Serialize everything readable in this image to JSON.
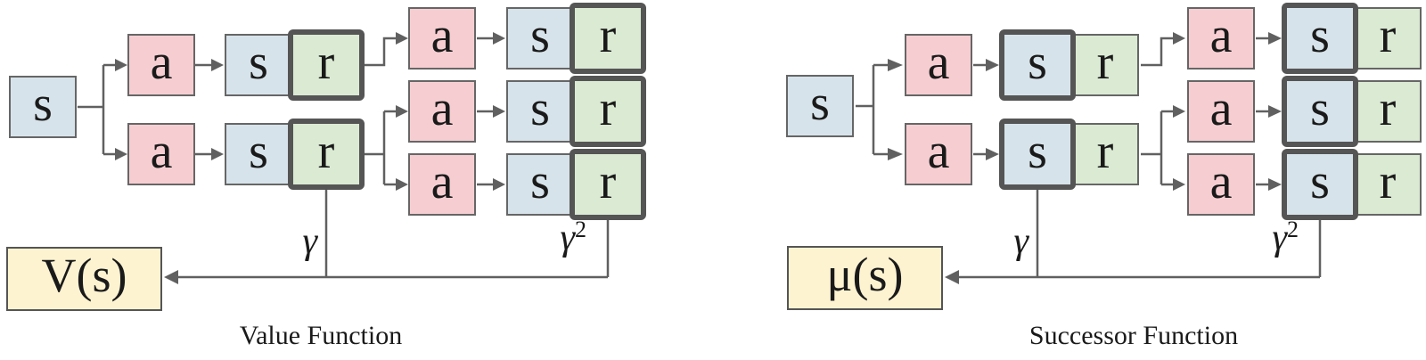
{
  "glyphs": {
    "state": "s",
    "action": "a",
    "reward": "r"
  },
  "figure": {
    "left": {
      "caption": "Value Function",
      "output": "V(s)",
      "discount1": "γ",
      "discount2_base": "γ",
      "discount2_exp": "2"
    },
    "right": {
      "caption": "Successor Function",
      "output": "μ(s)",
      "discount1": "γ",
      "discount2_base": "γ",
      "discount2_exp": "2"
    }
  },
  "colors": {
    "state": "#d7e3ea",
    "action": "#f6ced2",
    "reward": "#dbead3",
    "output": "#fdf3d0",
    "border": "#666666",
    "emphasis": "#555555",
    "line": "#606060",
    "text": "#1a1a1a"
  }
}
